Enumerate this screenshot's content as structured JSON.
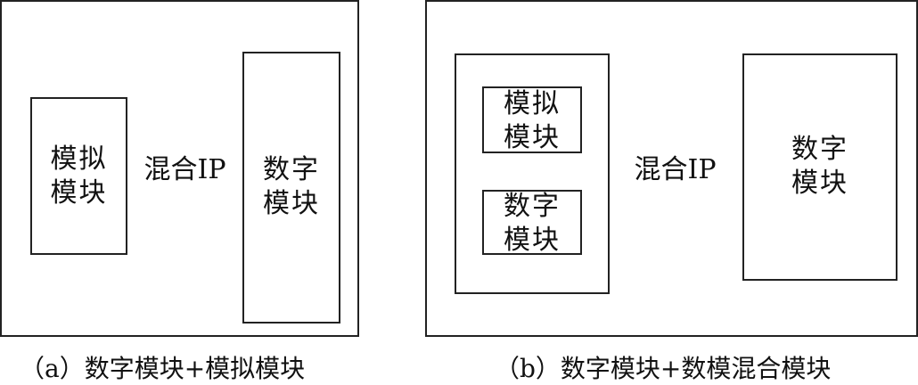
{
  "diagram_a": {
    "analog_block": "模拟\n模块",
    "mixed_ip": "混合IP",
    "digital_block": "数字\n模块",
    "caption": "（a）数字模块+模拟模块"
  },
  "diagram_b": {
    "analog_block": "模拟\n模块",
    "digital_block_inner": "数字\n模块",
    "mixed_ip": "混合IP",
    "digital_block": "数字\n模块",
    "caption": "（b）数字模块+数模混合模块"
  }
}
